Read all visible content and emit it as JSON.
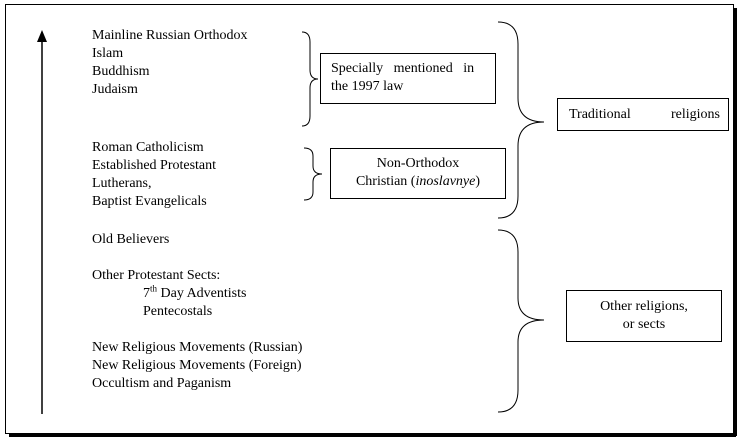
{
  "groups": {
    "specially_mentioned": [
      "Mainline Russian Orthodox",
      "Islam",
      "Buddhism",
      "Judaism"
    ],
    "non_orthodox": [
      "Roman Catholicism",
      "Established Protestant",
      "Lutherans,",
      "Baptist Evangelicals"
    ],
    "old_believers": "Old Believers",
    "protestant_sects_heading": "Other Protestant Sects:",
    "adventists_num": "7",
    "adventists_sup": "th",
    "adventists_rest": " Day Adventists",
    "pentecostals": "Pentecostals",
    "new_movements": [
      "New Religious Movements (Russian)",
      "New Religious Movements (Foreign)",
      "Occultism and Paganism"
    ]
  },
  "boxes": {
    "specially_mentioned": [
      "Specially   mentioned   in",
      "the 1997 law"
    ],
    "non_orthodox_line1": "Non-Orthodox",
    "non_orthodox_line2_pre": "Christian (",
    "non_orthodox_line2_em": "inoslavnye",
    "non_orthodox_line2_post": ")",
    "traditional_a": "Traditional",
    "traditional_b": "religions",
    "other": [
      "Other religions,",
      "or sects"
    ]
  }
}
